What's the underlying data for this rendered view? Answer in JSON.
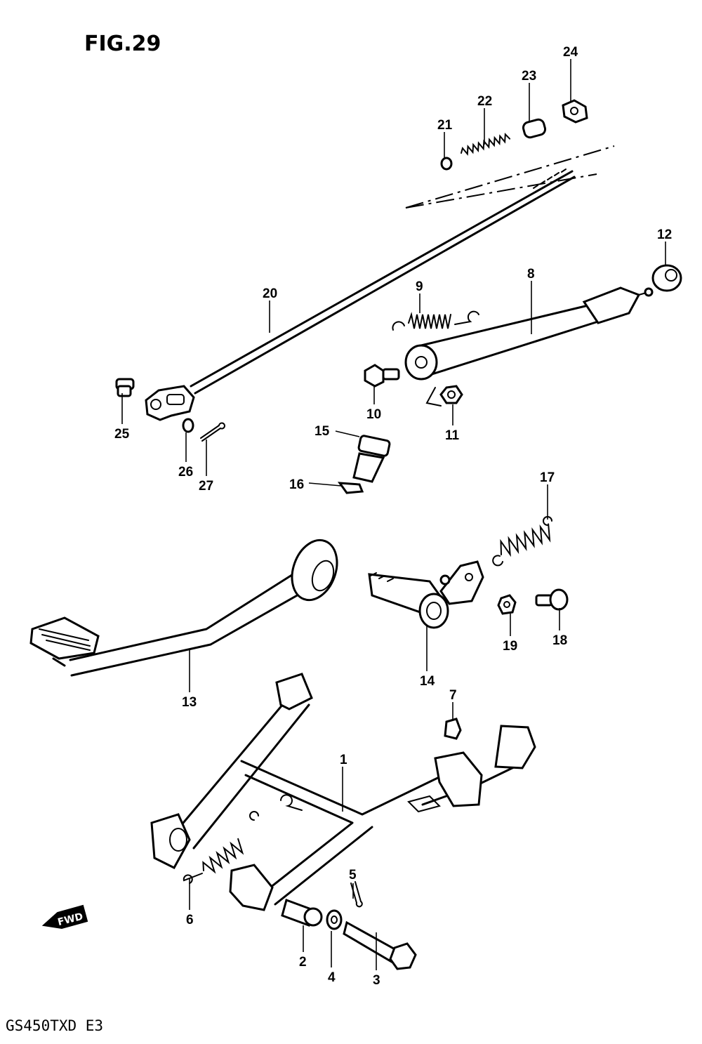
{
  "figure": {
    "title": "FIG.29",
    "model_code": "GS450TXD E3",
    "fwd_label": "FWD"
  },
  "callouts": [
    "1",
    "2",
    "3",
    "4",
    "5",
    "6",
    "7",
    "8",
    "9",
    "10",
    "11",
    "12",
    "13",
    "14",
    "15",
    "16",
    "17",
    "18",
    "19",
    "20",
    "21",
    "22",
    "23",
    "24",
    "25",
    "26",
    "27"
  ]
}
